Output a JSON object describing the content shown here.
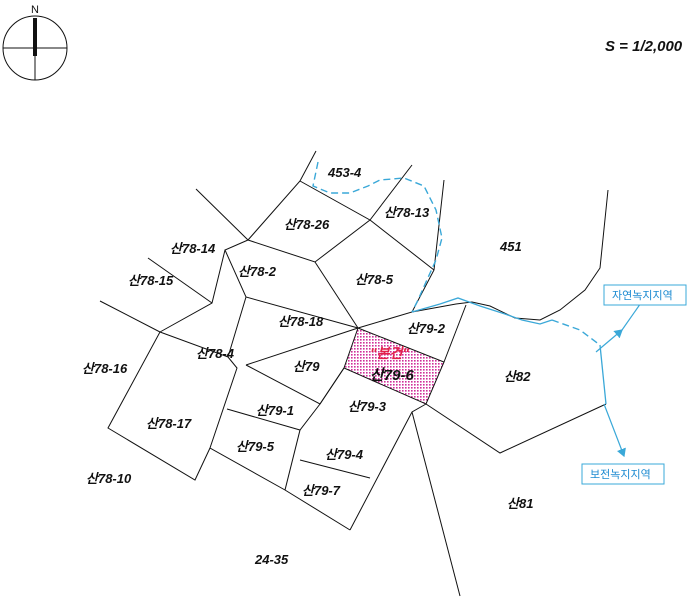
{
  "north": {
    "letter": "N"
  },
  "scale": {
    "text": "S = 1/2,000"
  },
  "zones": {
    "natural": "자연녹지지역",
    "conservation": "보전녹지지역"
  },
  "highlight": {
    "note": "\"본건\"",
    "parcel": "산79-6",
    "fill_color": "#e23aa8"
  },
  "parcels": [
    {
      "id": "453-4"
    },
    {
      "id": "산78-13"
    },
    {
      "id": "산78-26"
    },
    {
      "id": "451"
    },
    {
      "id": "산78-14"
    },
    {
      "id": "산78-2"
    },
    {
      "id": "산78-5"
    },
    {
      "id": "산78-15"
    },
    {
      "id": "산78-18"
    },
    {
      "id": "산79-2"
    },
    {
      "id": "산78-4"
    },
    {
      "id": "산79"
    },
    {
      "id": "산78-16"
    },
    {
      "id": "산82"
    },
    {
      "id": "산79-1"
    },
    {
      "id": "산79-3"
    },
    {
      "id": "산78-17"
    },
    {
      "id": "산79-5"
    },
    {
      "id": "산79-4"
    },
    {
      "id": "산78-10"
    },
    {
      "id": "산79-7"
    },
    {
      "id": "산81"
    },
    {
      "id": "24-35"
    }
  ]
}
